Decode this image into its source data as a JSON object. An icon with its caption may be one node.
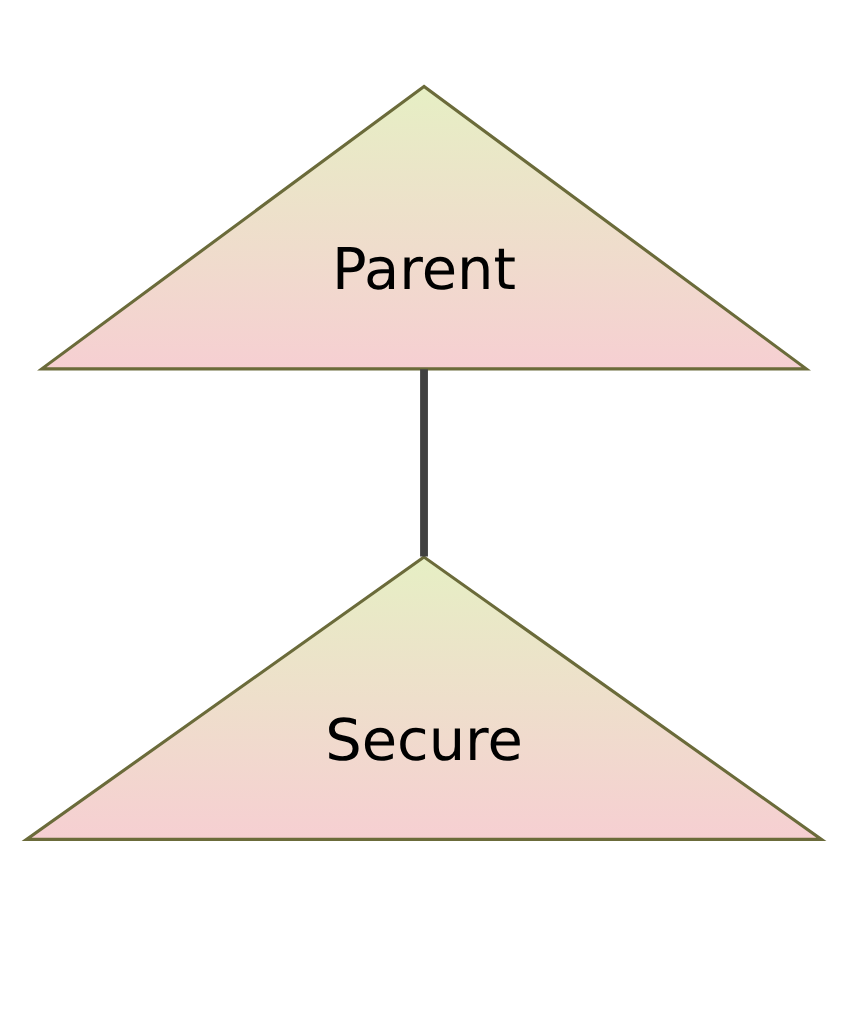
{
  "diagram": {
    "nodes": [
      {
        "text": [
          "Parent"
        ]
      },
      {
        "text": [
          "Secure"
        ]
      }
    ],
    "edges": [
      {
        "from": 0,
        "to": 1,
        "arrow": "none"
      }
    ]
  }
}
